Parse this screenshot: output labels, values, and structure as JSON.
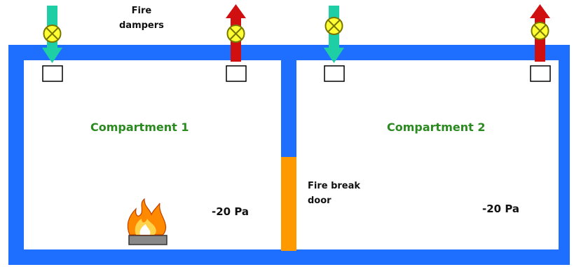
{
  "labels": {
    "fire_dampers": "Fire\ndampers",
    "compartment_1": "Compartment 1",
    "compartment_2": "Compartment 2",
    "fire_break_door": "Fire break\ndoor",
    "pressure_1": "-20 Pa",
    "pressure_2": "-20 Pa"
  },
  "colors": {
    "wall": "#1e6fff",
    "door": "#ff9900",
    "supply_arrow": "#1ecfa5",
    "extract_arrow": "#d01010",
    "damper_fill": "#ffff33",
    "damper_stroke": "#888800",
    "compartment_text": "#2a8a1f"
  }
}
